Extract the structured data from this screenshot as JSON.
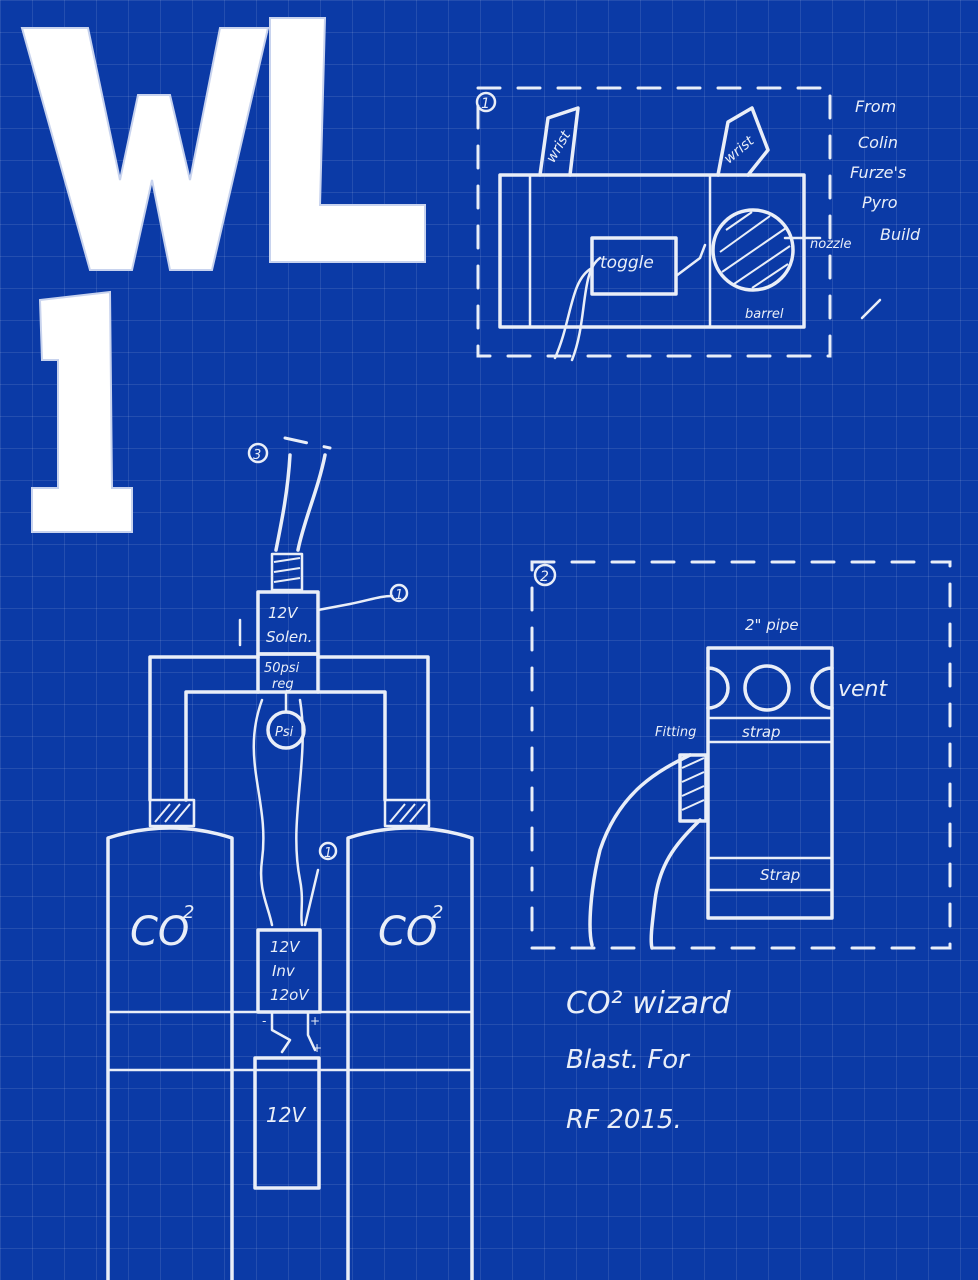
{
  "logo": {
    "letters": "WL",
    "number": "1"
  },
  "sketch1": {
    "marker": "1",
    "note": [
      "From",
      "Colin",
      "Furze's",
      "Pyro",
      "Build"
    ],
    "labels": {
      "left_strap": "wrist",
      "right_strap": "wrist",
      "toggle": "toggle",
      "nozzle": "nozzle",
      "barrel": "barrel"
    }
  },
  "sketch2": {
    "marker": "2",
    "labels": {
      "pipe": "2\" pipe",
      "vent": "vent",
      "fitting": "Fitting",
      "strap_top": "strap",
      "strap_bottom": "Strap"
    }
  },
  "sketch3": {
    "marker": "3",
    "callout_top": "1",
    "callout_inverter": "1",
    "solenoid": [
      "12V",
      "Solen."
    ],
    "regulator": [
      "50psi",
      "reg"
    ],
    "gauge": "Psi",
    "inverter": [
      "12V",
      "Inv",
      "12oV"
    ],
    "inv_minus": "-",
    "inv_plus": "+",
    "battery_minus": "-",
    "battery_plus": "+",
    "tank_left": "CO",
    "tank_right": "CO",
    "tank_sup": "2",
    "battery": "12V"
  },
  "caption": {
    "lines": [
      "CO² wizard",
      "Blast. For",
      "RF 2015."
    ]
  }
}
